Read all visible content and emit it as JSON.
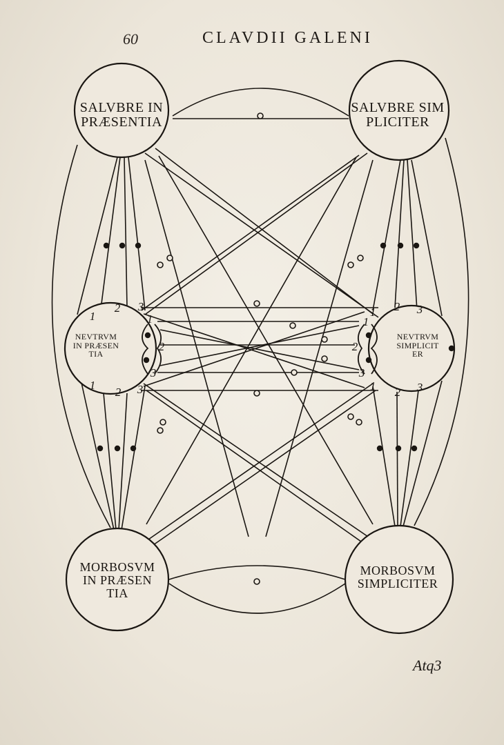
{
  "header": {
    "page_number": "60",
    "running_head": "CLAVDII GALENI"
  },
  "circles": {
    "top_left": {
      "lines": [
        "SALVBRE IN",
        "PRÆSENTIA"
      ]
    },
    "top_right": {
      "lines": [
        "SALVBRE SIM",
        "PLICITER"
      ]
    },
    "mid_left": {
      "lines": [
        "NEVTRVM",
        "IN PRÆSEN",
        "TIA"
      ]
    },
    "mid_right": {
      "lines": [
        "NEVTRVM",
        "SIMPLICIT",
        "ER"
      ]
    },
    "bottom_left": {
      "lines": [
        "MORBOSVM",
        "IN PRÆSEN",
        "TIA"
      ]
    },
    "bottom_right": {
      "lines": [
        "MORBOSVM",
        "SIMPLICITER"
      ]
    }
  },
  "numbers": {
    "one": "1",
    "two": "2",
    "three": "3"
  },
  "catchword": "Atq3",
  "colors": {
    "ink": "#1a1612",
    "paper": "#efe9de"
  }
}
